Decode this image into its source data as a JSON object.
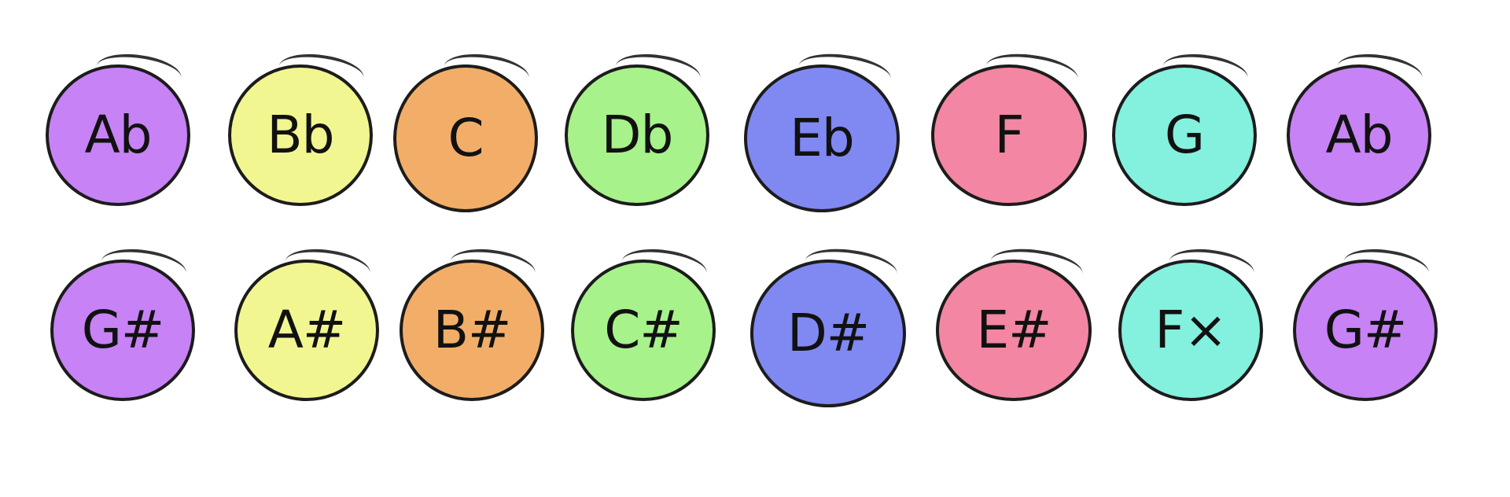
{
  "rows": [
    {
      "notes": [
        {
          "label": "Ab",
          "color": "#c782f5"
        },
        {
          "label": "Bb",
          "color": "#f2f690"
        },
        {
          "label": "C",
          "color": "#f2ae68"
        },
        {
          "label": "Db",
          "color": "#a7f28b"
        },
        {
          "label": "Eb",
          "color": "#8088f2"
        },
        {
          "label": "F",
          "color": "#f386a2"
        },
        {
          "label": "G",
          "color": "#84f0de"
        },
        {
          "label": "Ab",
          "color": "#c782f5"
        }
      ]
    },
    {
      "notes": [
        {
          "label": "G#",
          "color": "#c782f5"
        },
        {
          "label": "A#",
          "color": "#f2f690"
        },
        {
          "label": "B#",
          "color": "#f2ae68"
        },
        {
          "label": "C#",
          "color": "#a7f28b"
        },
        {
          "label": "D#",
          "color": "#8088f2"
        },
        {
          "label": "E#",
          "color": "#f386a2"
        },
        {
          "label": "F×",
          "color": "#84f0de"
        },
        {
          "label": "G#",
          "color": "#c782f5"
        }
      ]
    }
  ]
}
